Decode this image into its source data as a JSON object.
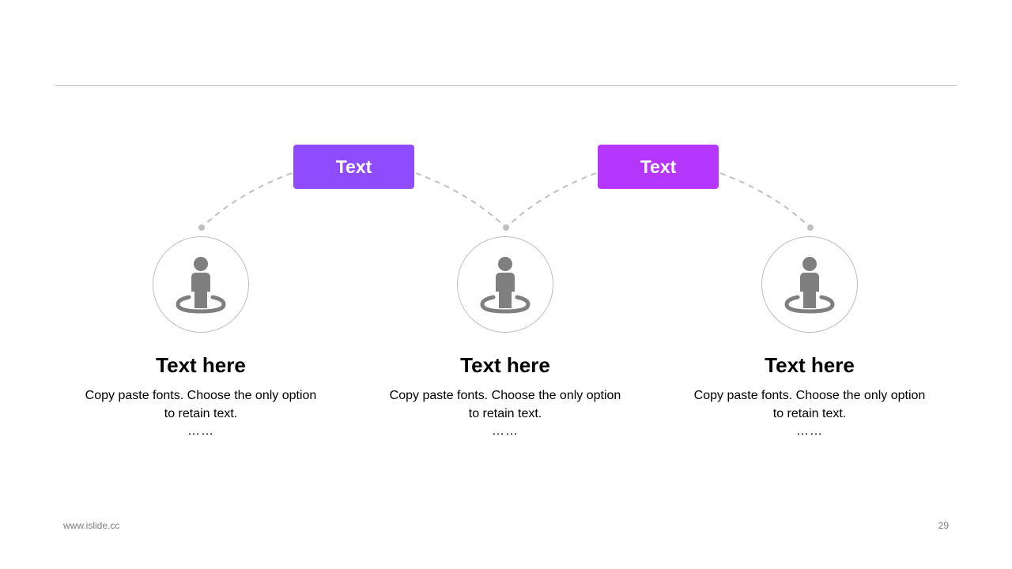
{
  "colors": {
    "tag_1": "#8f4cff",
    "tag_2": "#b536ff",
    "icon": "#7f7f7f",
    "connector": "#bfbfbf"
  },
  "tags": [
    {
      "label": "Text"
    },
    {
      "label": "Text"
    }
  ],
  "items": [
    {
      "icon": "person-on-ring-icon",
      "title": "Text here",
      "desc_line1": "Copy paste fonts. Choose the only option",
      "desc_line2": "to retain text.",
      "more": "……"
    },
    {
      "icon": "person-on-ring-icon",
      "title": "Text here",
      "desc_line1": "Copy paste fonts. Choose the only option",
      "desc_line2": "to retain text.",
      "more": "……"
    },
    {
      "icon": "person-on-ring-icon",
      "title": "Text here",
      "desc_line1": "Copy paste fonts. Choose the only option",
      "desc_line2": "to retain text.",
      "more": "……"
    }
  ],
  "footer": {
    "url": "www.islide.cc",
    "page": "29"
  }
}
